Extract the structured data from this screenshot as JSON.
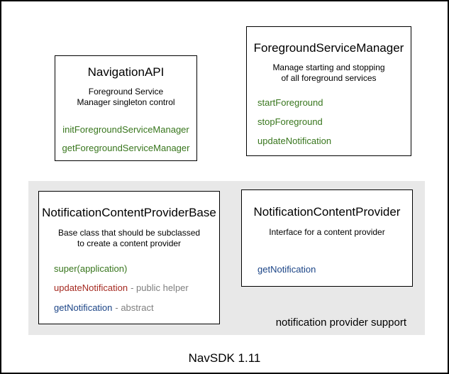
{
  "colors": {
    "method_green": "#38761d",
    "method_red": "#a52a21",
    "method_blue": "#1c4587",
    "note_gray": "#7f7f7f",
    "panel_gray": "#e8e8e8"
  },
  "navigation_api": {
    "title": "NavigationAPI",
    "desc_line1": "Foreground Service",
    "desc_line2": "Manager singleton control",
    "methods": {
      "init": "initForegroundServiceManager",
      "get": "getForegroundServiceManager"
    }
  },
  "foreground_service_manager": {
    "title": "ForegroundServiceManager",
    "desc_line1": "Manage starting and stopping",
    "desc_line2": "of all foreground services",
    "methods": {
      "start": "startForeground",
      "stop": "stopForeground",
      "update": "updateNotification"
    }
  },
  "notification_content_provider_base": {
    "title": "NotificationContentProviderBase",
    "desc_line1": "Base class that should be subclassed",
    "desc_line2": "to create a content provider",
    "methods": {
      "super": "super(application)",
      "update": "updateNotification",
      "update_note": "- public helper",
      "get": "getNotification",
      "get_note": "- abstract"
    }
  },
  "notification_content_provider": {
    "title": "NotificationContentProvider",
    "desc_line1": "Interface for a content provider",
    "methods": {
      "get": "getNotification"
    }
  },
  "panel_label": "notification provider support",
  "caption": "NavSDK 1.11"
}
